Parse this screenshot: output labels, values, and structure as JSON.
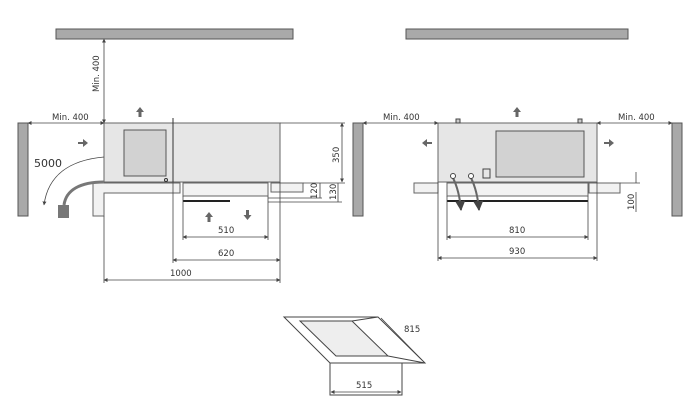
{
  "left_view": {
    "clearance_top": "Min. 400",
    "clearance_left": "Min. 400",
    "hose_length": "5000",
    "height_unit": "350",
    "height_lower_1": "120",
    "height_lower_2": "130",
    "width_inner": "510",
    "width_mid": "620",
    "width_total": "1000"
  },
  "right_view": {
    "clearance_left": "Min. 400",
    "clearance_right": "Min. 400",
    "height_lower": "100",
    "width_inner": "810",
    "width_total": "930"
  },
  "cutout_view": {
    "depth": "815",
    "width": "515"
  }
}
